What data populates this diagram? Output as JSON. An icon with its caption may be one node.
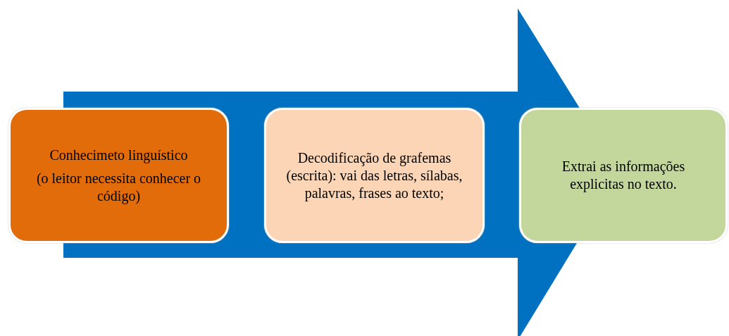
{
  "diagram": {
    "nodes": [
      {
        "text": [
          "Conhecimeto linguístico",
          "(o leitor necessita conhecer o código)"
        ]
      },
      {
        "text": [
          "Decodificação de grafemas (escrita): vai das letras, sílabas, palavras, frases ao texto;"
        ]
      },
      {
        "text": [
          "Extrai as informações explicitas no texto."
        ]
      }
    ],
    "edges": [
      {
        "from": 0,
        "to": 2,
        "arrow": "to",
        "style": "thick"
      }
    ]
  }
}
